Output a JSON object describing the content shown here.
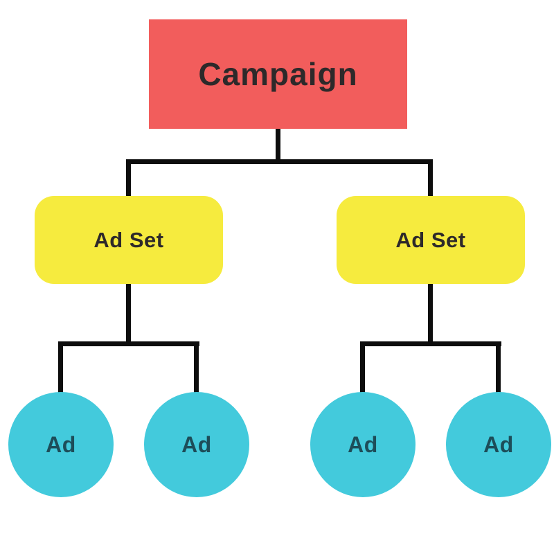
{
  "nodes": {
    "campaign": {
      "label": "Campaign"
    },
    "ad_sets": [
      {
        "label": "Ad Set"
      },
      {
        "label": "Ad Set"
      }
    ],
    "ads": [
      {
        "label": "Ad"
      },
      {
        "label": "Ad"
      },
      {
        "label": "Ad"
      },
      {
        "label": "Ad"
      }
    ]
  },
  "colors": {
    "background": "#ffffff",
    "campaign_fill": "#f25d5c",
    "ad_set_fill": "#f6eb3e",
    "ad_fill": "#43cadc",
    "connector": "#0d0d0d",
    "campaign_text": "#2d292a",
    "ad_set_text": "#2d292a",
    "ad_text": "#1d4d59"
  }
}
